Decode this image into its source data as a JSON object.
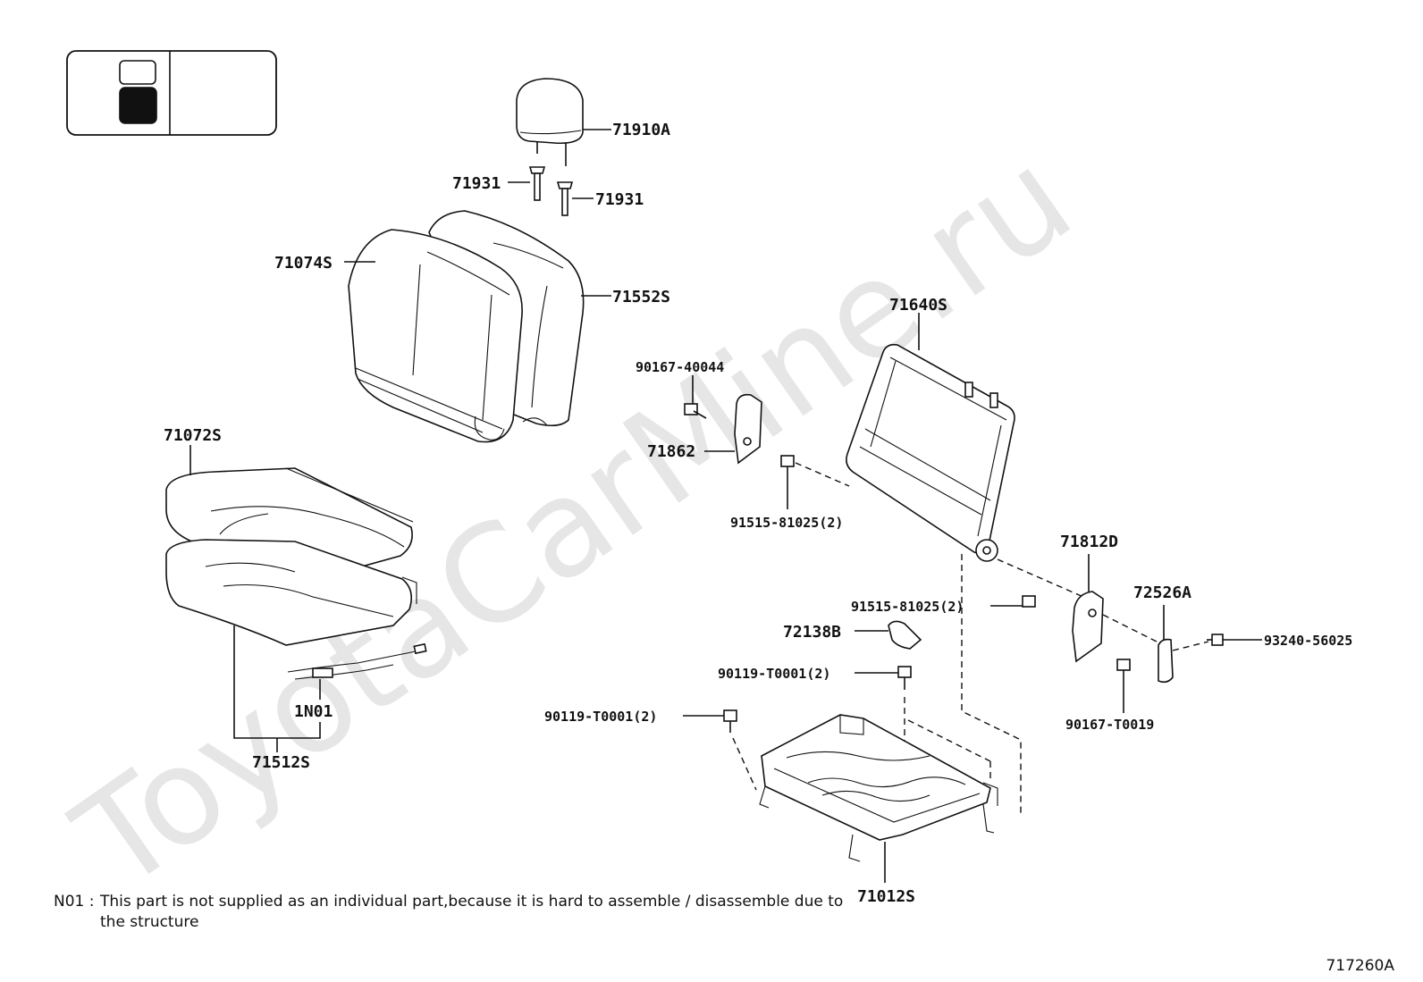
{
  "watermark": "ToyotaCarMine.ru",
  "legend_box": {
    "swatches": [
      "#ffffff",
      "#111111"
    ]
  },
  "parts": {
    "p71910A": "71910A",
    "p71931a": "71931",
    "p71931b": "71931",
    "p71074S": "71074S",
    "p71552S": "71552S",
    "p71072S": "71072S",
    "p1N01": "1N01",
    "p71512S": "71512S",
    "p71640S": "71640S",
    "p90167_40044": "90167-40044",
    "p71862": "71862",
    "p91515_81025a": "91515-81025(2)",
    "p71812D": "71812D",
    "p72526A": "72526A",
    "p91515_81025b": "91515-81025(2)",
    "p72138B": "72138B",
    "p93240_56025": "93240-56025",
    "p90119_T0001a": "90119-T0001(2)",
    "p90119_T0001b": "90119-T0001(2)",
    "p90167_T0019": "90167-T0019",
    "p71012S": "71012S"
  },
  "note": {
    "key": "N01 :",
    "text": "This part is not supplied as an individual part,because it is hard to assemble / disassemble due to the structure"
  },
  "diagram_ref": "717260A"
}
